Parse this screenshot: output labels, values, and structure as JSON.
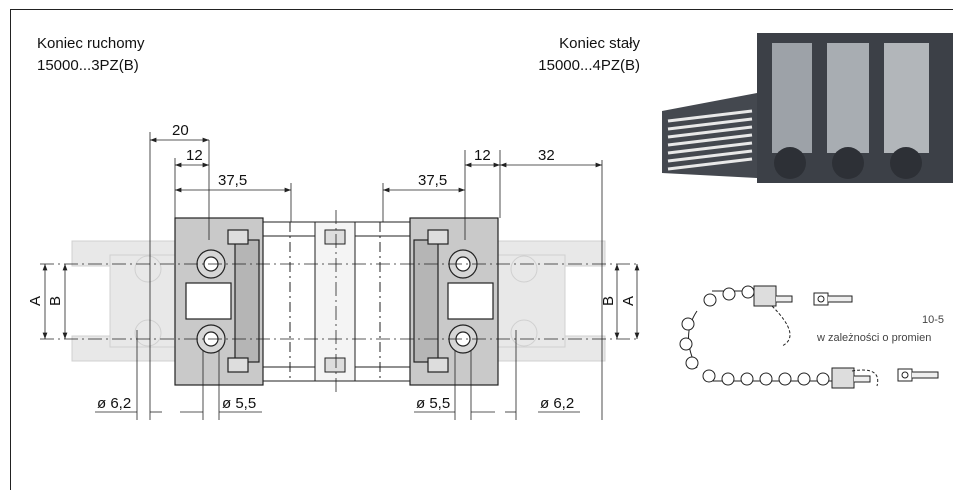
{
  "header_left": {
    "title": "Koniec ruchomy",
    "code": "15000...3PZ(B)"
  },
  "header_right": {
    "title": "Koniec stały",
    "code": "15000...4PZ(B)"
  },
  "drawing": {
    "dim_20": "20",
    "dim_12_left": "12",
    "dim_37_5_left": "37,5",
    "dim_37_5_right": "37,5",
    "dim_12_right": "12",
    "dim_32": "32",
    "label_A_left": "A",
    "label_B_left": "B",
    "label_B_right": "B",
    "label_A_right": "A",
    "dia_6_2_left": "ø 6,2",
    "dia_5_5_left": "ø 5,5",
    "dia_5_5_right": "ø 5,5",
    "dia_6_2_right": "ø 6,2"
  },
  "side_note": {
    "line1": "10-5",
    "line2": "w zależności o promien"
  },
  "colors": {
    "part_gray": "#c8c8c8",
    "ghost_gray": "#e6e6e6",
    "line": "#222222",
    "photo_dark": "#3a3e44"
  }
}
